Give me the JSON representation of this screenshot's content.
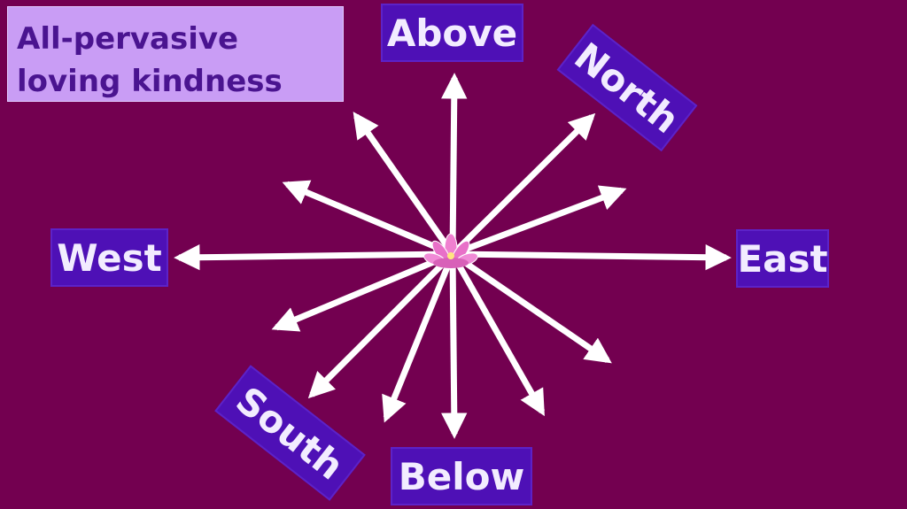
{
  "title": "All-pervasive loving kindness",
  "directions": {
    "above": "Above",
    "north": "North",
    "west": "West",
    "east": "East",
    "south": "South",
    "below": "Below"
  },
  "colors": {
    "background": "#730050",
    "label_bg": "#4e10b6",
    "label_text": "#f2ecff",
    "title_bg": "#c99df5",
    "title_text": "#4a1490",
    "arrow": "#ffffff",
    "lotus": "#f080d0"
  },
  "icons": [
    "lotus-icon"
  ]
}
